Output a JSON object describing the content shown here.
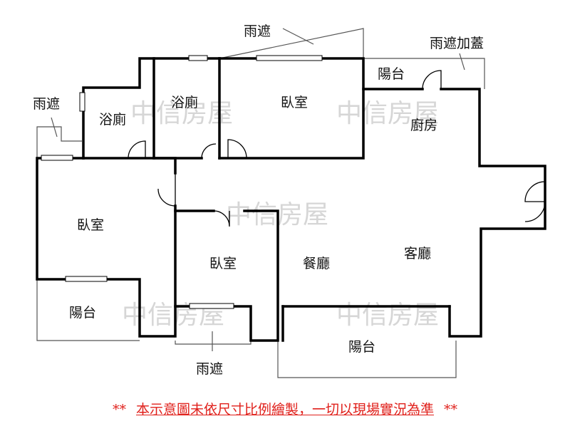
{
  "rooms": {
    "bath_left": "浴廁",
    "bath_right": "浴廁",
    "bedroom_top": "臥室",
    "kitchen": "廚房",
    "bedroom_left": "臥室",
    "bedroom_center": "臥室",
    "dining": "餐廳",
    "living": "客廳",
    "balcony_top": "陽台",
    "balcony_left": "陽台",
    "balcony_bottom": "陽台"
  },
  "annotations": {
    "awning_top": "雨遮",
    "awning_left": "雨遮",
    "awning_bottom": "雨遮",
    "awning_cover": "雨遮加蓋"
  },
  "watermark": "中信房屋",
  "disclaimer": {
    "prefix": "**",
    "text": "本示意圖未依尺寸比例繪製，一切以現場實況為準",
    "suffix": "**"
  },
  "colors": {
    "walls": "#000000",
    "watermark": "#c9c9c9",
    "disclaimer": "#e0201b"
  }
}
